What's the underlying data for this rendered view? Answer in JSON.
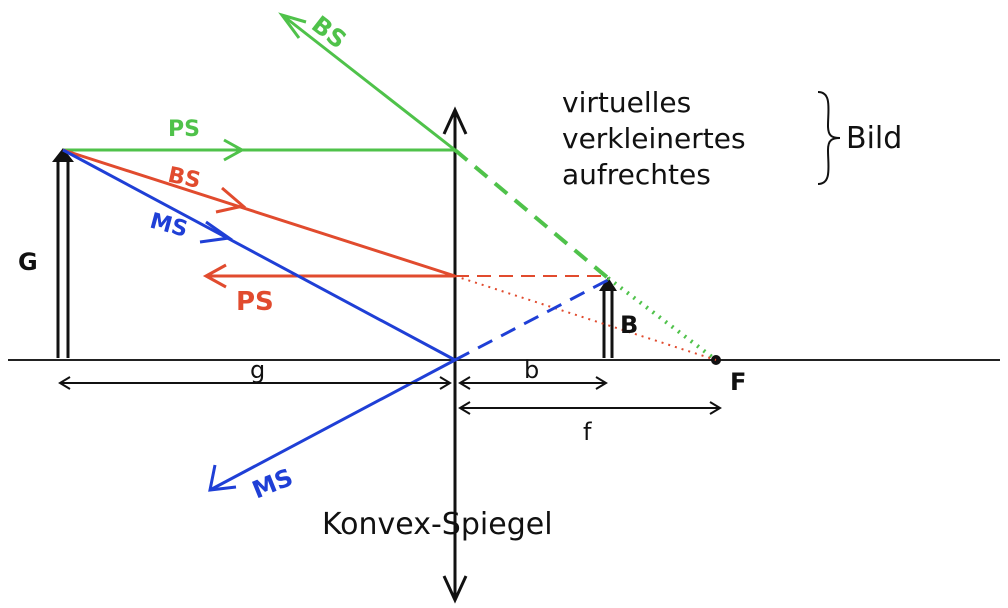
{
  "colors": {
    "green": "#4fc24a",
    "red": "#e14b2e",
    "blue": "#1f3fd6",
    "black": "#111111"
  },
  "labels": {
    "G": "G",
    "B": "B",
    "F": "F",
    "g": "g",
    "b": "b",
    "f": "f",
    "ps_green": "PS",
    "bs_green": "BS",
    "bs_red": "BS",
    "ps_red": "PS",
    "ms_blue_upper": "MS",
    "ms_blue_lower": "MS",
    "mirror": "Konvex-Spiegel",
    "bild_line1": "virtuelles",
    "bild_line2": "verkleinertes",
    "bild_line3": "aufrechtes",
    "bild_word": "Bild"
  }
}
